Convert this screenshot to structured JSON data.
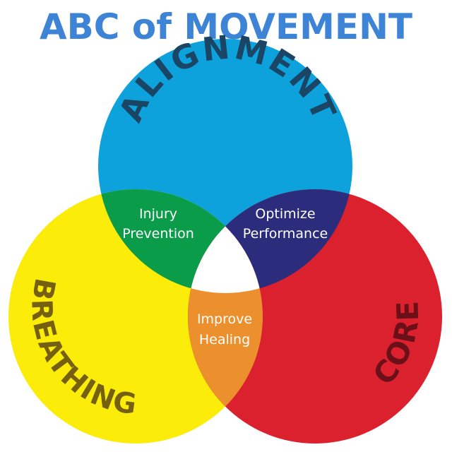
{
  "title": "ABC of MOVEMENT",
  "circles": {
    "alignment": {
      "label": "ALIGNMENT",
      "color": "#0da2db",
      "label_color": "#1b4565"
    },
    "breathing": {
      "label": "BREATHING",
      "color": "#fbec0a",
      "label_color": "#756010"
    },
    "core": {
      "label": "CORE",
      "color": "#dc212e",
      "label_color": "#6b1018"
    }
  },
  "overlaps": {
    "alignment_breathing": {
      "line1": "Injury",
      "line2": "Prevention",
      "color": "#0b9c4a"
    },
    "alignment_core": {
      "line1": "Optimize",
      "line2": "Performance",
      "color": "#2b2c7b"
    },
    "breathing_core": {
      "line1": "Improve",
      "line2": "Healing",
      "color": "#ec8f2d"
    },
    "center": {
      "color": "#ffffff"
    }
  },
  "colors": {
    "title": "#3d84d6"
  }
}
